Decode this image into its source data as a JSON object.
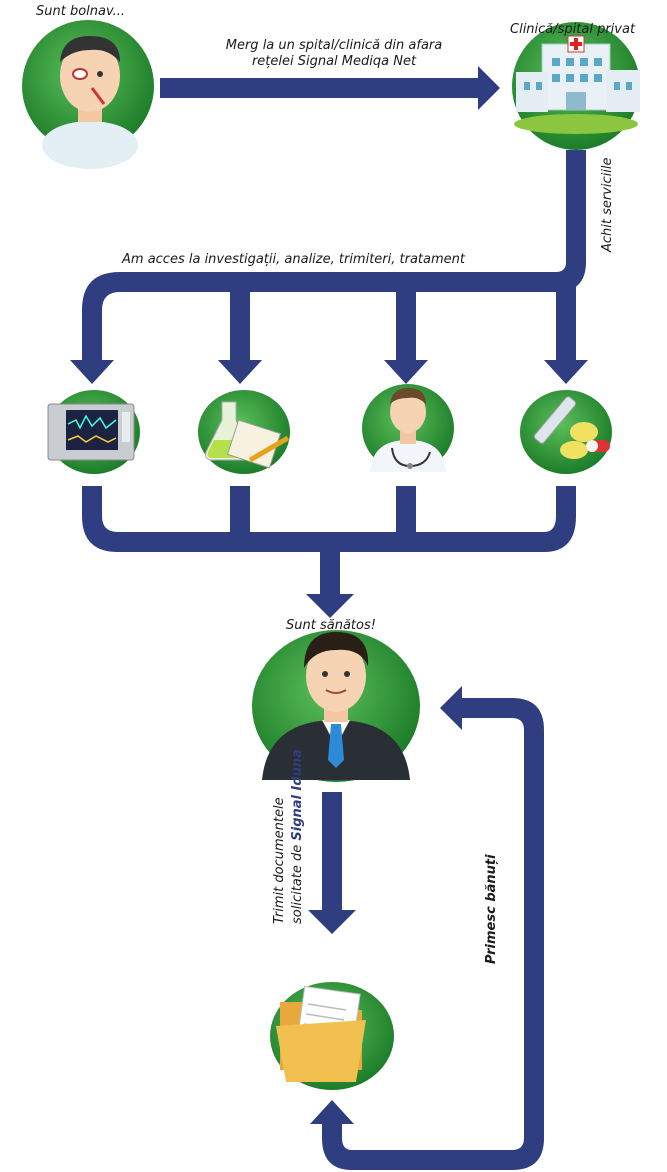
{
  "nodes": {
    "sick_patient": {
      "label": "Sunt bolnav...",
      "icon": "sick-patient-icon"
    },
    "clinic": {
      "label": "Clinică/spital privat",
      "icon": "hospital-building-icon"
    },
    "monitor": {
      "icon": "medical-monitor-icon"
    },
    "lab": {
      "icon": "lab-analysis-icon"
    },
    "doctor": {
      "icon": "doctor-icon"
    },
    "treatment": {
      "icon": "pills-syringe-icon"
    },
    "healthy": {
      "label": "Sunt sănătos!",
      "icon": "healthy-businessman-icon"
    },
    "folder": {
      "icon": "documents-folder-icon"
    }
  },
  "edges": {
    "go_to_clinic": {
      "line1": "Merg la un spital/clinică din afara",
      "line2": "rețelei Signal Mediqa Net"
    },
    "pay_services": {
      "label": "Achit serviciile"
    },
    "access": {
      "label": "Am acces la investigații, analize, trimiteri, tratament"
    },
    "send_docs": {
      "line1": "Trimit documentele",
      "line2_prefix": "solicitate de ",
      "line2_brand": "Signal Iduna"
    },
    "receive_money": {
      "label": "Primesc bănuți"
    }
  },
  "colors": {
    "arrow": "#2e3e80",
    "circle": "#2f9a3e",
    "circle_dark": "#1f7a2c"
  }
}
